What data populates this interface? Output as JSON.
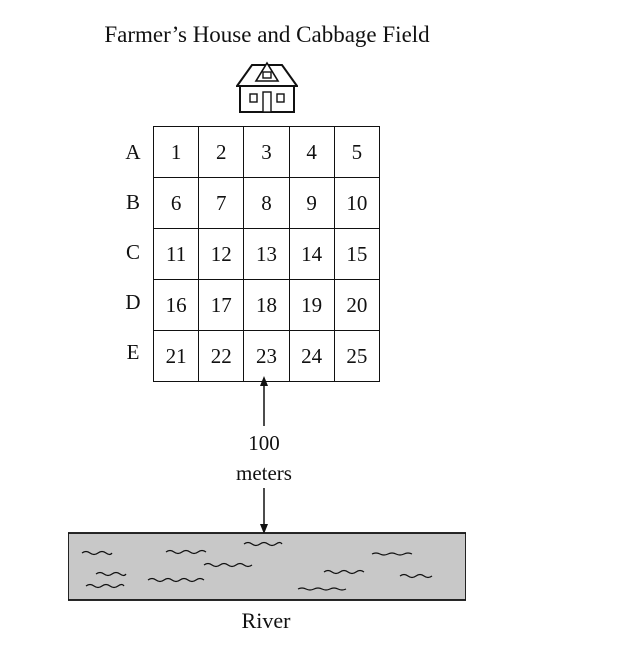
{
  "title": "Farmer’s House and Cabbage Field",
  "row_labels": [
    "A",
    "B",
    "C",
    "D",
    "E"
  ],
  "cells": [
    [
      "1",
      "2",
      "3",
      "4",
      "5"
    ],
    [
      "6",
      "7",
      "8",
      "9",
      "10"
    ],
    [
      "11",
      "12",
      "13",
      "14",
      "15"
    ],
    [
      "16",
      "17",
      "18",
      "19",
      "20"
    ],
    [
      "21",
      "22",
      "23",
      "24",
      "25"
    ]
  ],
  "distance": {
    "value": "100",
    "unit": "meters"
  },
  "river_label": "River",
  "colors": {
    "river_fill": "#c8c8c8",
    "line": "#111111"
  },
  "icons": {
    "house": "house-icon"
  }
}
